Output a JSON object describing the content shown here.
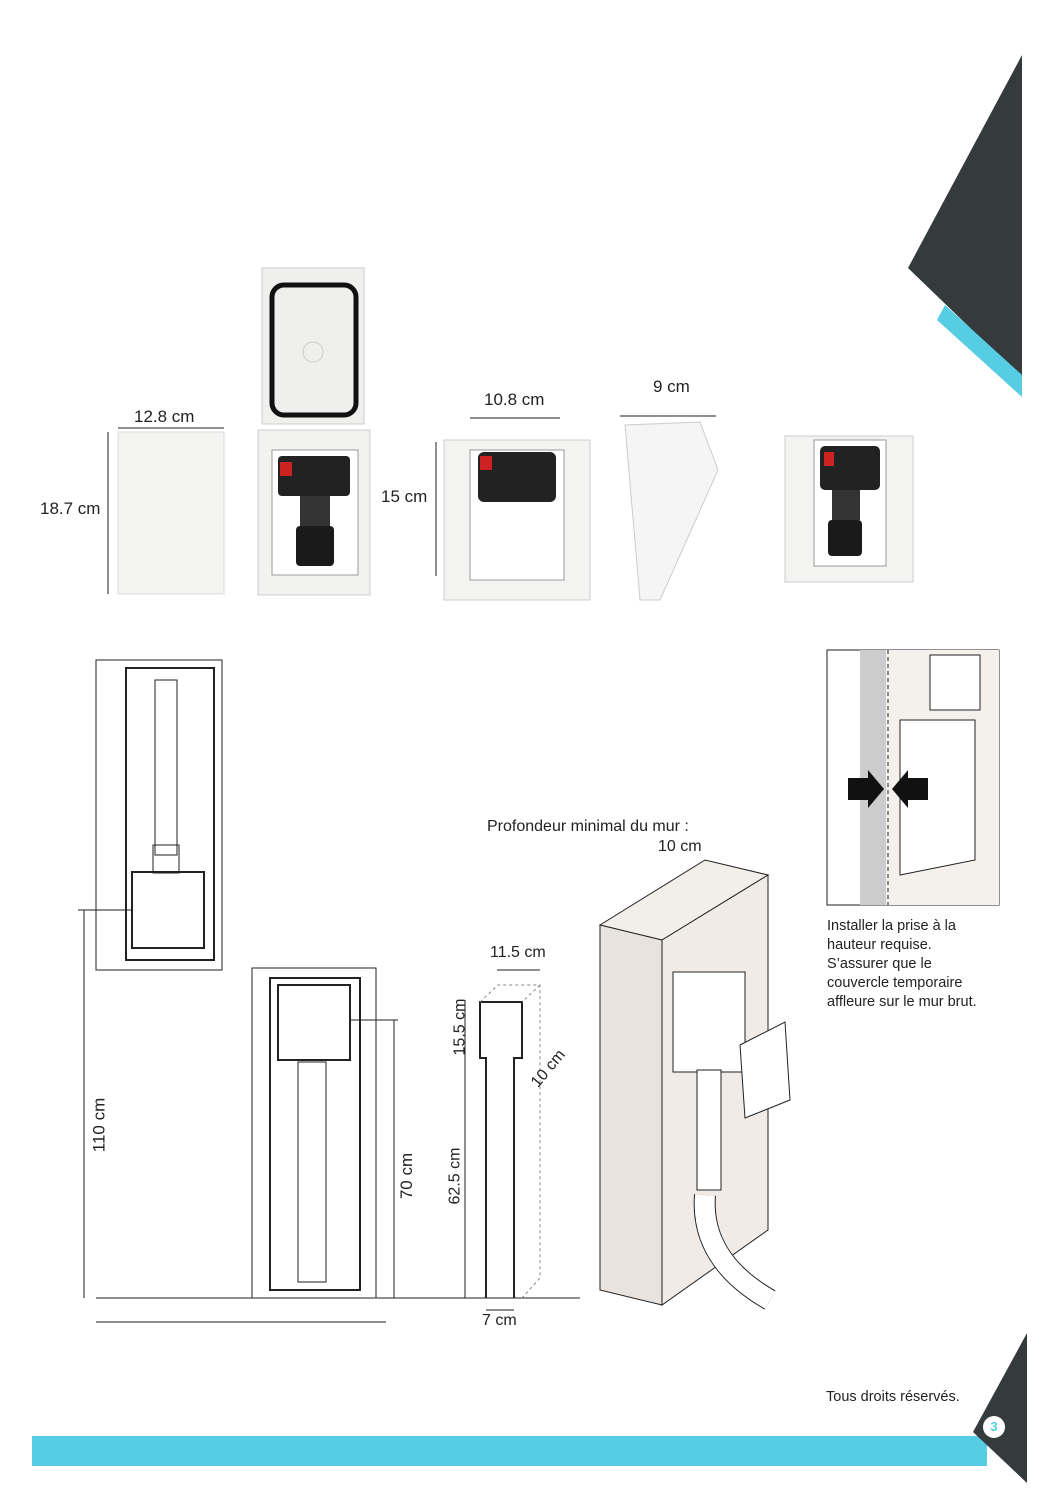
{
  "colors": {
    "accent": "#56cde3",
    "dark": "#353a3c"
  },
  "products": {
    "cover_width": "12.8 cm",
    "cover_height": "18.7 cm",
    "frame_width": "10.8 cm",
    "frame_height": "15 cm",
    "depth": "9 cm"
  },
  "diagrams": {
    "height_110": "110 cm",
    "height_70": "70 cm",
    "box_width": "11.5 cm",
    "box_height": "15.5 cm",
    "box_depth": "10 cm",
    "channel_height": "62.5 cm",
    "channel_width": "7 cm",
    "wall_depth_label": "Profondeur minimal du mur :",
    "wall_depth_value": "10 cm"
  },
  "instructions": [
    "Installer la prise à la",
    "hauteur requise.",
    "S’assurer que le",
    "couvercle temporaire",
    "affleure sur le mur brut."
  ],
  "footer": {
    "copyright": "Tous droits réservés.",
    "page_number": "3"
  }
}
